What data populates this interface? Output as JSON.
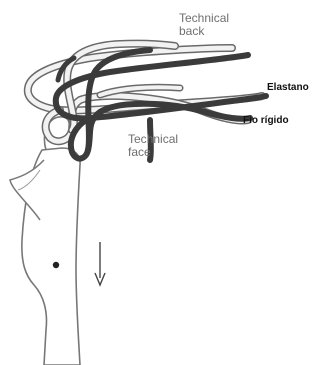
{
  "labels": {
    "technical_back": [
      "Technical",
      "back"
    ],
    "elastano": "Elastano",
    "fio_rigido": "Fio rígido",
    "technical_face": [
      "Technical",
      "face"
    ]
  },
  "colors": {
    "elastane_yarn": "#3b3b3b",
    "rigid_yarn_outline": "#6a6a6a",
    "rigid_yarn_fill": "#f2f2f2",
    "needle_outline": "#777777",
    "needle_fill": "#ffffff",
    "arrow": "#444444"
  },
  "icons": {
    "direction": "down-arrow-icon"
  }
}
